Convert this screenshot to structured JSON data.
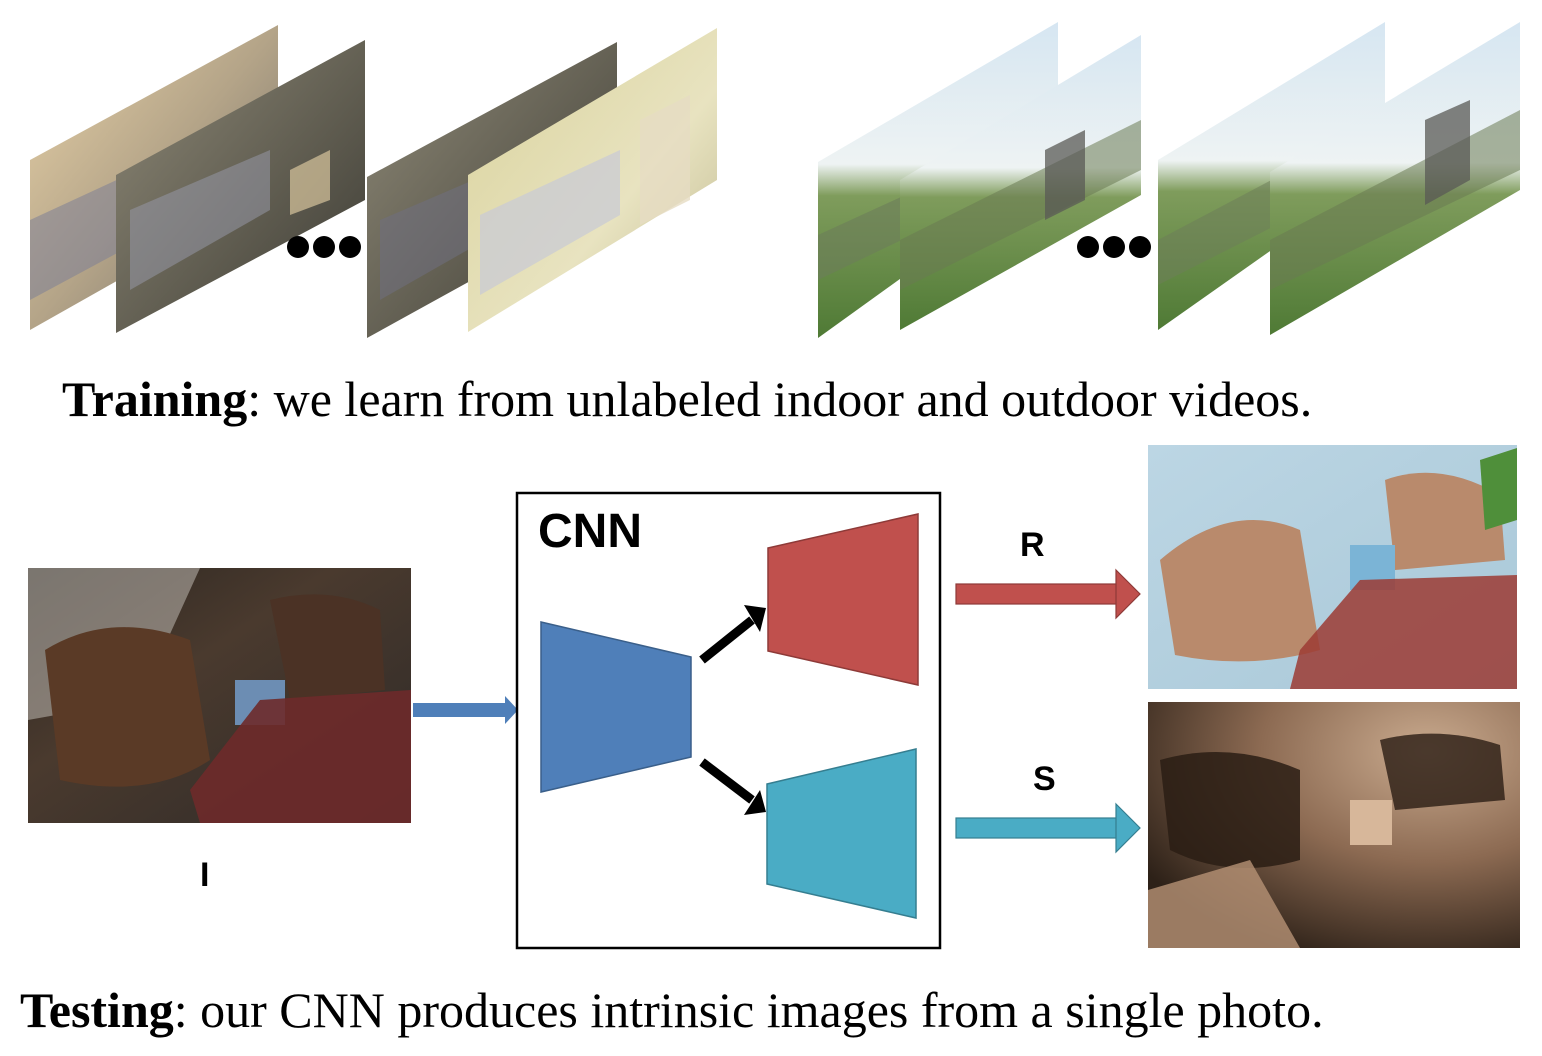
{
  "training_caption": {
    "bold": "Training",
    "rest": ": we learn from unlabeled indoor and outdoor videos."
  },
  "testing_caption": {
    "bold": "Testing",
    "rest": ": our CNN produces intrinsic images from a single photo."
  },
  "cnn_label": "CNN",
  "input_label": "I",
  "reflectance_label": "R",
  "shading_label": "S",
  "colors": {
    "encoder": "#4f7fb9",
    "reflectance_decoder": "#c0504d",
    "shading_decoder": "#4aacc5",
    "input_arrow": "#4f7fb9",
    "r_arrow": "#c0504d",
    "s_arrow": "#4aacc5"
  }
}
